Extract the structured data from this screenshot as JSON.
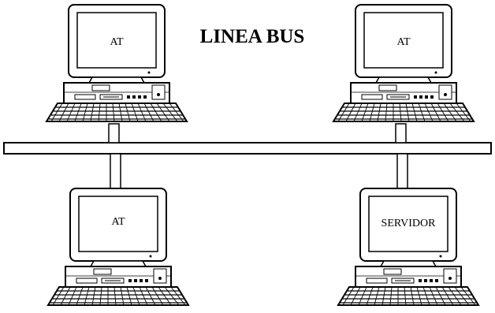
{
  "diagram": {
    "title": "LINEA BUS",
    "nodes": [
      {
        "id": "top-left",
        "label": "AT"
      },
      {
        "id": "top-right",
        "label": "AT"
      },
      {
        "id": "bottom-left",
        "label": "AT"
      },
      {
        "id": "bottom-right",
        "label": "SERVIDOR"
      }
    ]
  },
  "colors": {
    "stroke": "#000000",
    "background": "#ffffff"
  }
}
